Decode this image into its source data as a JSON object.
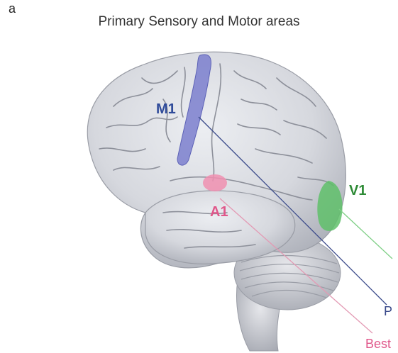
{
  "panel_letter": "a",
  "title": "Primary Sensory and Motor areas",
  "areas": {
    "m1": {
      "label": "M1",
      "color": "#2f4b9a",
      "fill": "#7b7fce"
    },
    "a1": {
      "label": "A1",
      "color": "#e0578a",
      "fill": "#f08fb0"
    },
    "v1": {
      "label": "V1",
      "color": "#2e8b36",
      "fill": "#5fbf6a"
    }
  },
  "cut_labels": {
    "blue_line": "P",
    "pink_line": "Best"
  },
  "line_colors": {
    "blue": "#3a4a8a",
    "pink": "#e39ab4",
    "green": "#7fcf86"
  },
  "brain_colors": {
    "fill": "#d9dbe1",
    "shadow": "#a9acb6",
    "sulci": "#8d909a"
  }
}
